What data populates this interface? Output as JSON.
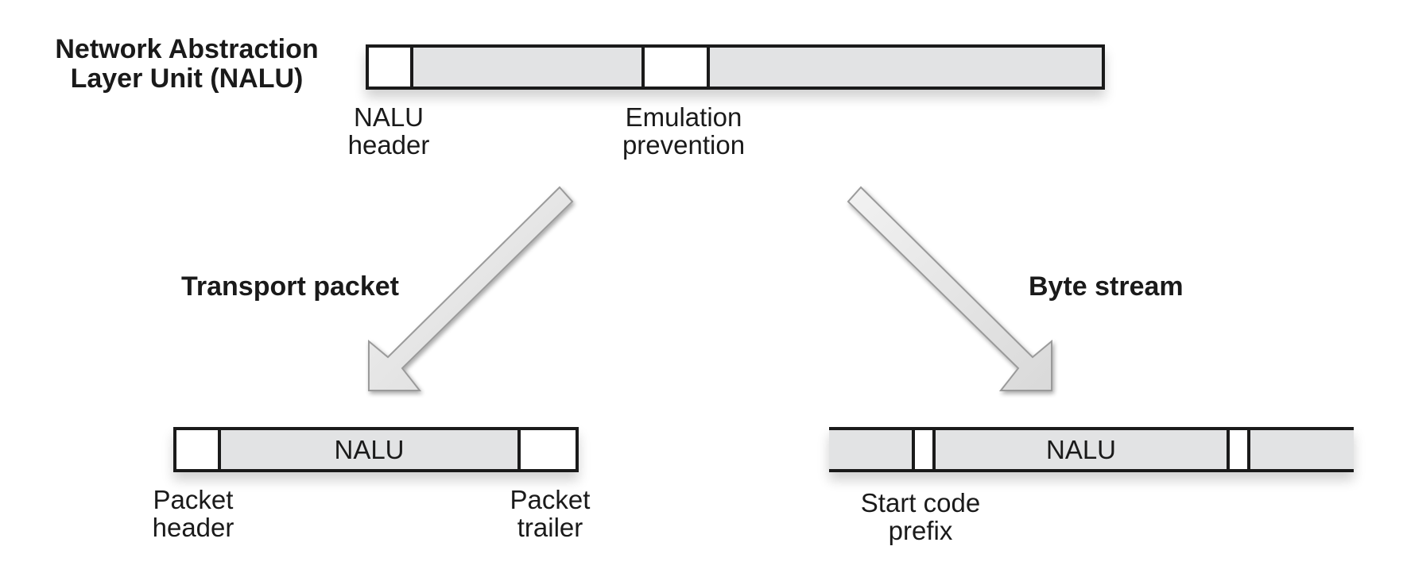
{
  "nalu_section": {
    "title_line1": "Network Abstraction",
    "title_line2": "Layer Unit (NALU)",
    "header_label_line1": "NALU",
    "header_label_line2": "header",
    "emulation_label_line1": "Emulation",
    "emulation_label_line2": "prevention"
  },
  "transport": {
    "title": "Transport packet",
    "nalu_label": "NALU",
    "header_label_line1": "Packet",
    "header_label_line2": "header",
    "trailer_label_line1": "Packet",
    "trailer_label_line2": "trailer"
  },
  "bytestream": {
    "title": "Byte stream",
    "nalu_label": "NALU",
    "prefix_label_line1": "Start code",
    "prefix_label_line2": "prefix"
  },
  "colors": {
    "outline": "#1a1a1a",
    "fill_gray": "#e2e3e4",
    "fill_white": "#ffffff",
    "arrow_fill": "#e6e6e6",
    "arrow_stroke": "#9a9a9a"
  }
}
